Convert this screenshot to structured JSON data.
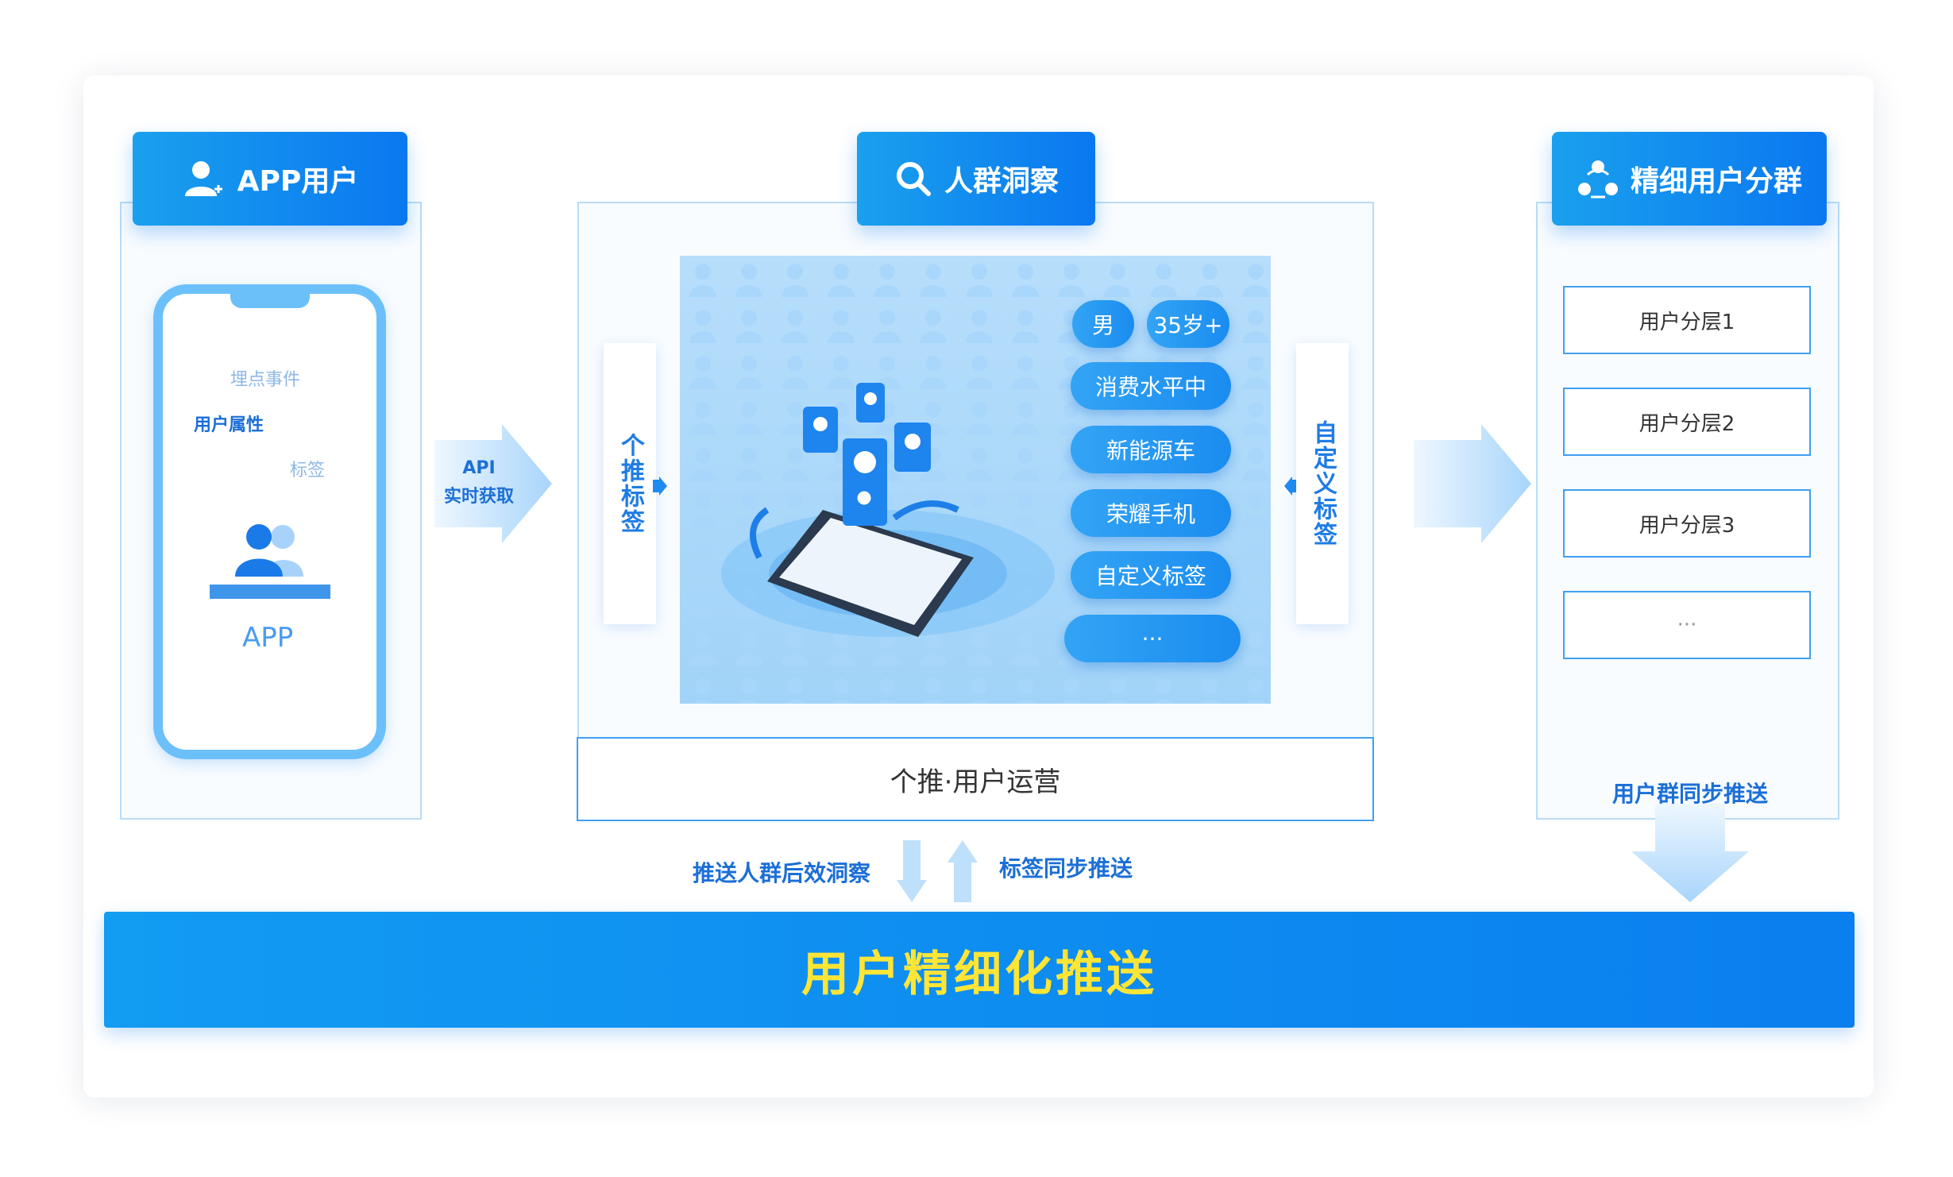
{
  "app_section": {
    "title": "APP用户",
    "phone_labels": [
      "埋点事件",
      "用户属性",
      "标签"
    ],
    "app_label": "APP"
  },
  "api_arrow": {
    "line1": "API",
    "line2": "实时获取"
  },
  "insight_section": {
    "title": "人群洞察",
    "left_vertical": "个推标签",
    "right_vertical": "自定义标签",
    "tags": [
      "男",
      "35岁+",
      "消费水平中",
      "新能源车",
      "荣耀手机",
      "自定义标签",
      "···"
    ],
    "footer": "个推·用户运营"
  },
  "segment_section": {
    "title": "精细用户分群",
    "segments": [
      "用户分层1",
      "用户分层2",
      "用户分层3",
      "···"
    ],
    "sync_label": "用户群同步推送"
  },
  "flow_labels": {
    "down": "推送人群后效洞察",
    "up": "标签同步推送"
  },
  "bottom_bar": {
    "title": "用户精细化推送"
  },
  "colors": {
    "primary": "#0a7fef",
    "light": "#b9dcf7",
    "accent_text": "#ffe536",
    "label_blue": "#1c6fd6"
  }
}
